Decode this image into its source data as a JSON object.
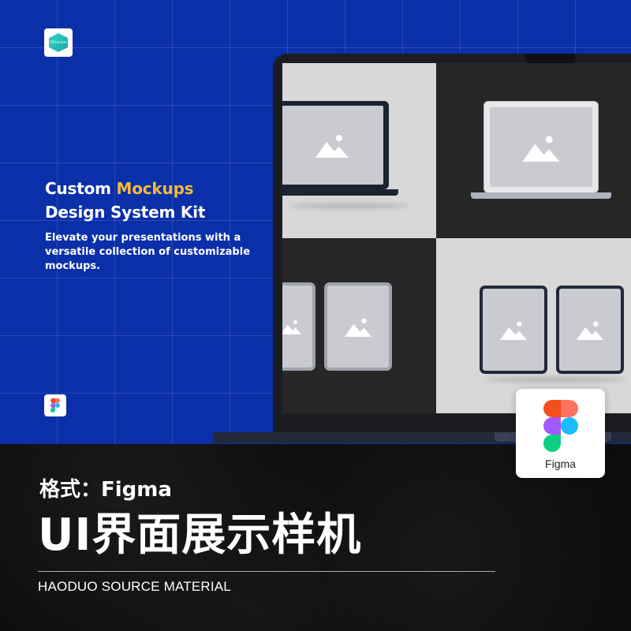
{
  "hero": {
    "brand_logo_text": "Flickure",
    "headline_part1": "Custom ",
    "headline_accent": "Mockups",
    "headline_line2": "Design System Kit",
    "description": "Elevate your presentations with a versatile collection of customizable mockups."
  },
  "figma_card": {
    "label": "Figma"
  },
  "footer": {
    "format": "格式：Figma",
    "title": "UI界面展示样机",
    "source": "HAODUO SOURCE MATERIAL"
  },
  "colors": {
    "hero_bg": "#0a2fa8",
    "accent": "#f5b93a",
    "dark_bg": "#0c0c0c"
  },
  "icons": [
    "brand-logo-icon",
    "figma-logo-icon",
    "image-placeholder-icon"
  ]
}
